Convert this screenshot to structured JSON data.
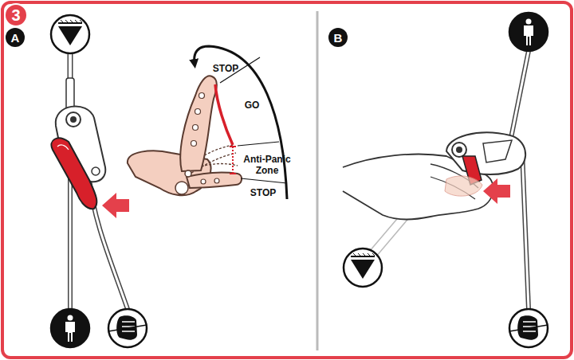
{
  "diagram": {
    "nodes": [
      {
        "text": [
          "3"
        ]
      },
      {
        "text": [
          "A"
        ]
      },
      {
        "text": [
          "B"
        ]
      }
    ],
    "labels": [
      "STOP",
      "GO",
      "Anti-Panic Zone",
      "STOP"
    ]
  }
}
